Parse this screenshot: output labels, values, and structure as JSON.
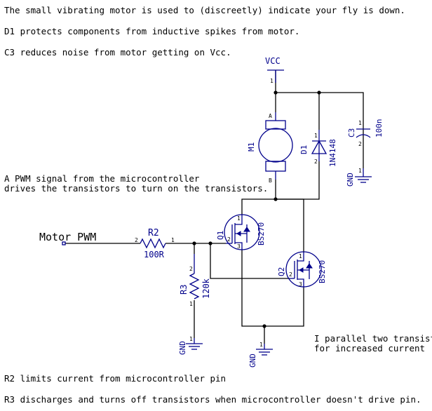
{
  "notes": {
    "line1": "The small vibrating motor is used to (discreetly) indicate your fly is down.",
    "line2": "D1 protects components from inductive spikes from motor.",
    "line3": "C3 reduces noise from motor getting on Vcc.",
    "pwm_line1": "A PWM signal from the microcontroller",
    "pwm_line2": "drives the transistors to turn on the transistors.",
    "parallel_line1": "I parallel two transistors",
    "parallel_line2": "for increased current",
    "r2_note": "R2 limits current from microcontroller pin",
    "r3_note": "R3 discharges and turns off transistors when microcontroller doesn't drive pin."
  },
  "labels": {
    "vcc": "VCC",
    "motor_pwm": "Motor PWM",
    "m1": "M1",
    "m1_pin_a": "A",
    "m1_pin_b": "B",
    "d1": "D1",
    "d1_value": "1N4148",
    "c3": "C3",
    "c3_value": "100n",
    "r2": "R2",
    "r2_value": "100R",
    "r3": "R3",
    "r3_value": "120k",
    "q1": "Q1",
    "q1_value": "BS270",
    "q2": "Q2",
    "q2_value": "BS270",
    "gnd": "GND",
    "pin1": "1",
    "pin2": "2",
    "pin3": "3"
  },
  "colors": {
    "text": "#000000",
    "component": "#00008b",
    "wire": "#000000"
  }
}
